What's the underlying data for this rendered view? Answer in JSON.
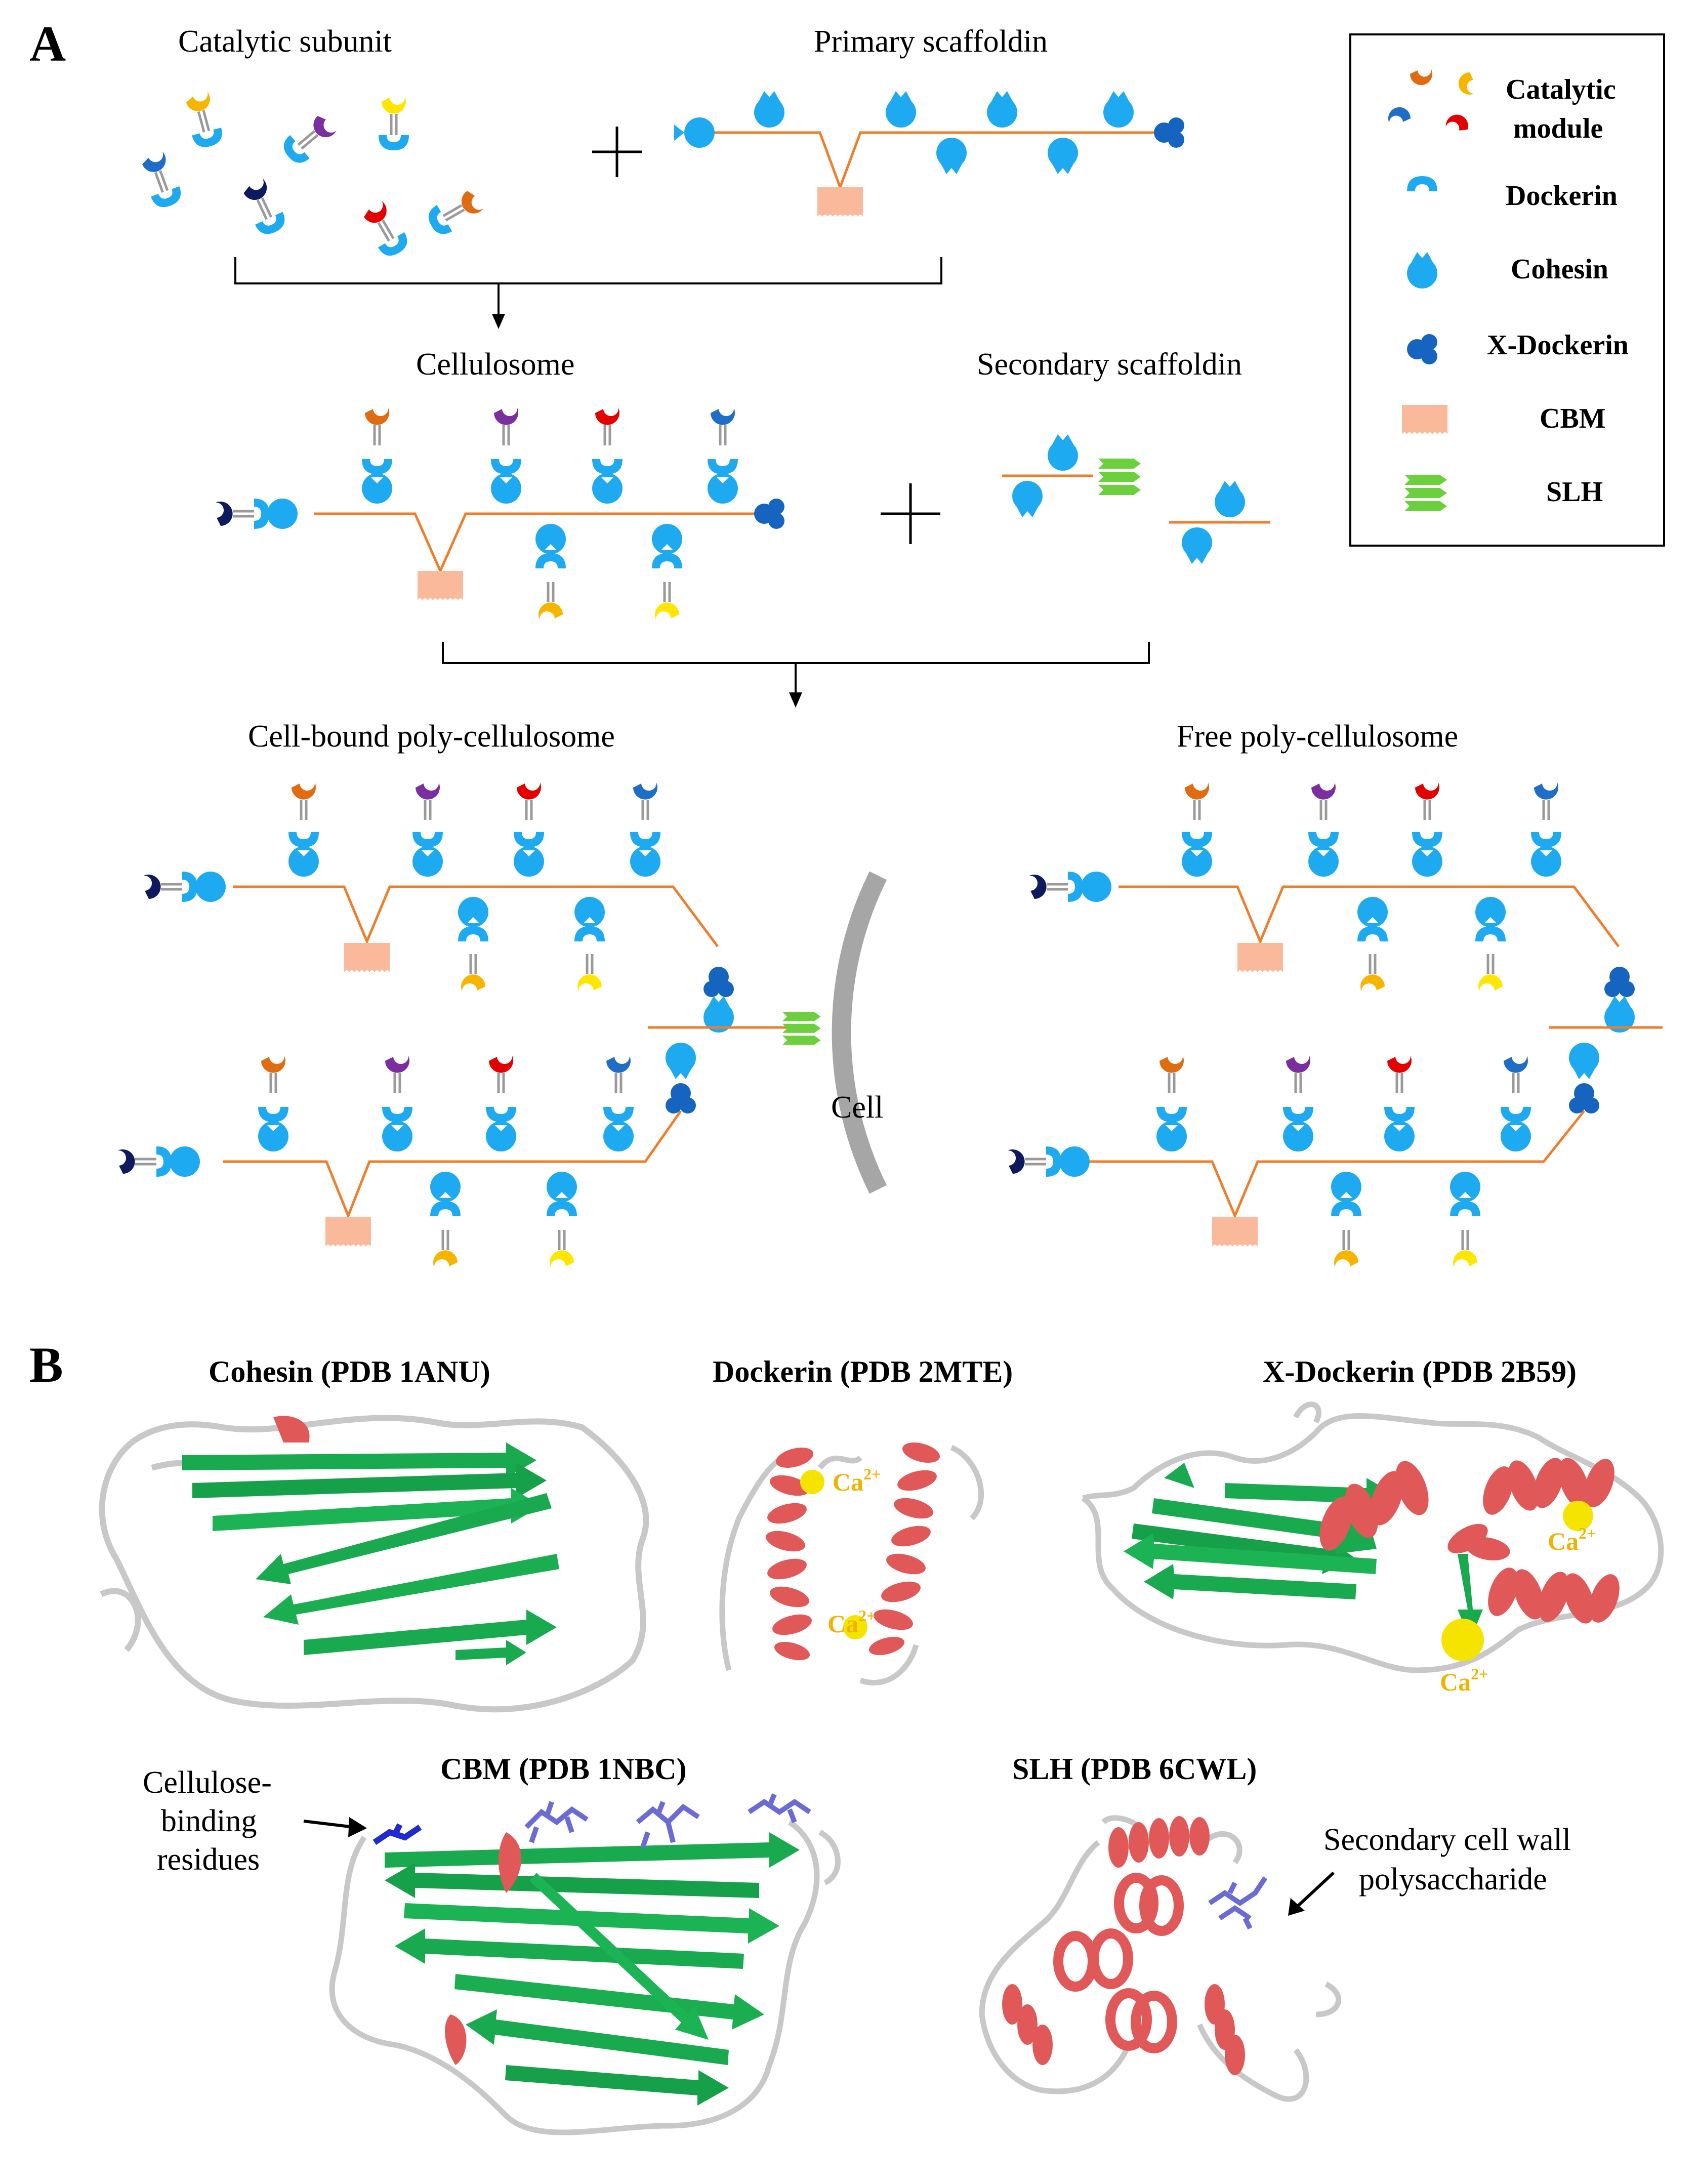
{
  "panel_a": {
    "letter": "A",
    "labels": {
      "catalytic_subunit": "Catalytic subunit",
      "primary_scaffoldin": "Primary scaffoldin",
      "cellulosome": "Cellulosome",
      "secondary_scaffoldin": "Secondary scaffoldin",
      "cell_bound": "Cell-bound poly-cellulosome",
      "free": "Free poly-cellulosome",
      "cell": "Cell"
    },
    "legend": {
      "catalytic_line1": "Catalytic",
      "catalytic_line2": "module",
      "dockerin": "Dockerin",
      "cohesin": "Cohesin",
      "x_dockerin": "X-Dockerin",
      "cbm": "CBM",
      "slh": "SLH"
    }
  },
  "panel_b": {
    "letter": "B",
    "titles": {
      "cohesin": "Cohesin (PDB 1ANU)",
      "dockerin": "Dockerin (PDB 2MTE)",
      "x_dockerin": "X-Dockerin (PDB 2B59)",
      "cbm": "CBM (PDB 1NBC)",
      "slh": "SLH (PDB 6CWL)"
    },
    "ion_base": "Ca",
    "ion_charge": "2+",
    "annotations": {
      "cellulose_binding_1": "Cellulose-",
      "cellulose_binding_2": "binding",
      "cellulose_binding_3": "residues",
      "secondary_wall_1": "Secondary cell wall",
      "secondary_wall_2": "polysaccharide"
    }
  },
  "colors": {
    "cohesin": "#1eaaf1",
    "dockerin": "#1eaaf1",
    "x_dockerin": "#1565c0",
    "cbm": "#f9b99a",
    "slh": "#6ccf3c",
    "scaffold_line": "#f07d2a",
    "cell_wall": "#a6a6a6",
    "beta_sheet": "#19a94e",
    "alpha_helix": "#e05858",
    "calcium": "#f5e400"
  }
}
